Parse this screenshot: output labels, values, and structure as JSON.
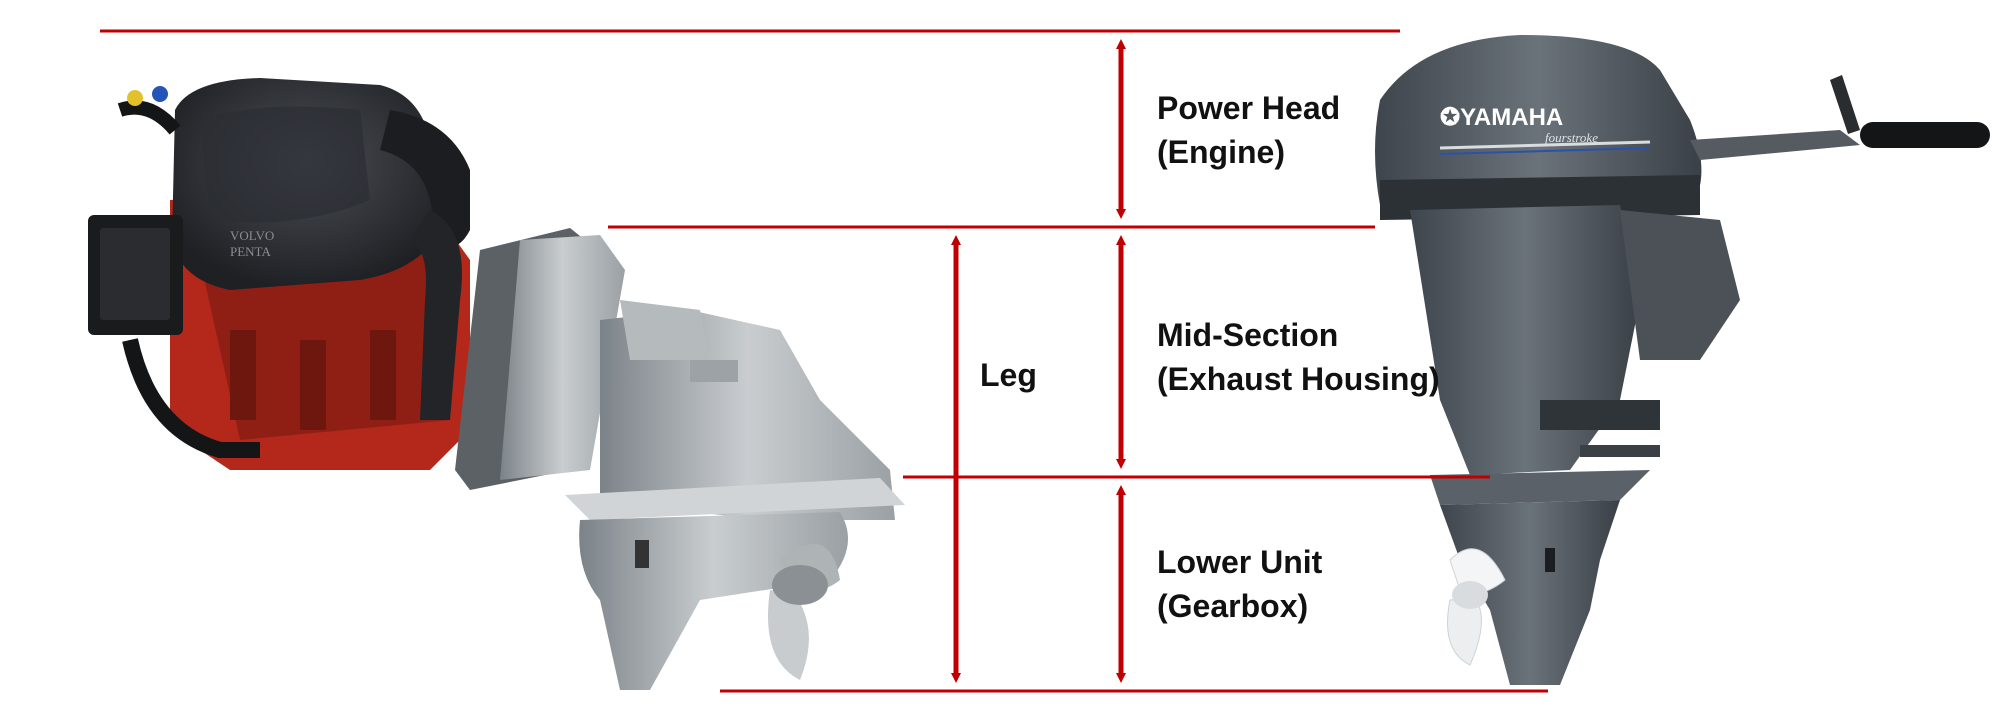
{
  "colors": {
    "measure_line": "#c00000",
    "label_text": "#111111"
  },
  "labels": {
    "power_head": {
      "line1": "Power Head",
      "line2": "(Engine)"
    },
    "mid_section": {
      "line1": "Mid-Section",
      "line2": "(Exhaust Housing)"
    },
    "lower_unit": {
      "line1": "Lower Unit",
      "line2": "(Gearbox)"
    },
    "leg": "Leg"
  },
  "engines": {
    "left": {
      "description": "sterndrive engine with outdrive leg",
      "brand_mark": "VOLVO PENTA"
    },
    "right": {
      "description": "outboard motor",
      "brand_mark": "YAMAHA",
      "model_mark": "fourstroke"
    }
  }
}
